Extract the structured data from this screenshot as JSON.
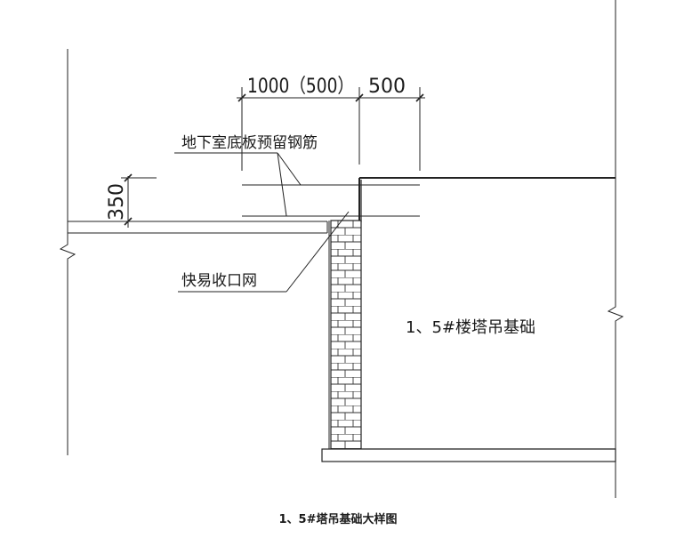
{
  "dimensions": {
    "top_left": "1000（500）",
    "top_right": "500",
    "left_vertical": "350"
  },
  "labels": {
    "rebar": "地下室底板预留钢筋",
    "mesh": "快易收口网",
    "foundation": "1、5#楼塔吊基础"
  },
  "caption": "1、5#塔吊基础大样图"
}
